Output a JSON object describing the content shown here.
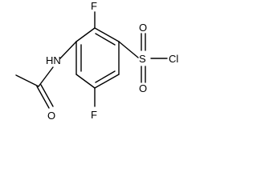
{
  "molecule": {
    "atoms": {
      "fluorine_top": "F",
      "fluorine_bottom": "F",
      "amide_nh": "HN",
      "carbonyl_oxygen": "O",
      "sulfur": "S",
      "sulfonyl_oxygen_top": "O",
      "sulfonyl_oxygen_bottom": "O",
      "chlorine": "Cl"
    }
  }
}
